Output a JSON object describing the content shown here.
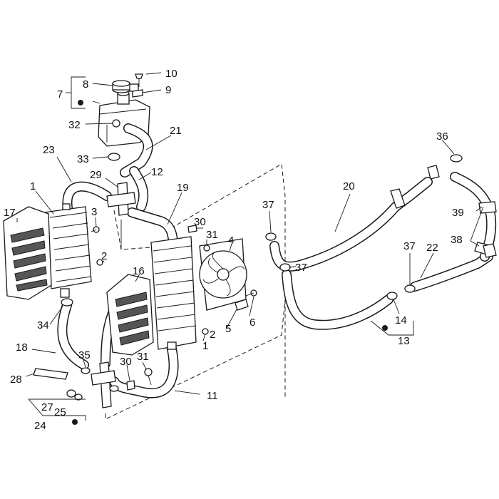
{
  "callouts": {
    "c1a": "1",
    "c1b": "1",
    "c2a": "2",
    "c2b": "2",
    "c3": "3",
    "c4": "4",
    "c5": "5",
    "c6": "6",
    "c7": "7",
    "c8": "8",
    "c9": "9",
    "c10": "10",
    "c11": "11",
    "c12": "12",
    "c13": "13",
    "c14": "14",
    "c16": "16",
    "c17": "17",
    "c18": "18",
    "c19": "19",
    "c20": "20",
    "c21": "21",
    "c22": "22",
    "c23": "23",
    "c24": "24",
    "c25": "25",
    "c27": "27",
    "c28": "28",
    "c29": "29",
    "c30a": "30",
    "c30b": "30",
    "c31a": "31",
    "c31b": "31",
    "c32": "32",
    "c33": "33",
    "c34": "34",
    "c35": "35",
    "c36": "36",
    "c37a": "37",
    "c37b": "37",
    "c37c": "37",
    "c38": "38",
    "c39": "39"
  }
}
